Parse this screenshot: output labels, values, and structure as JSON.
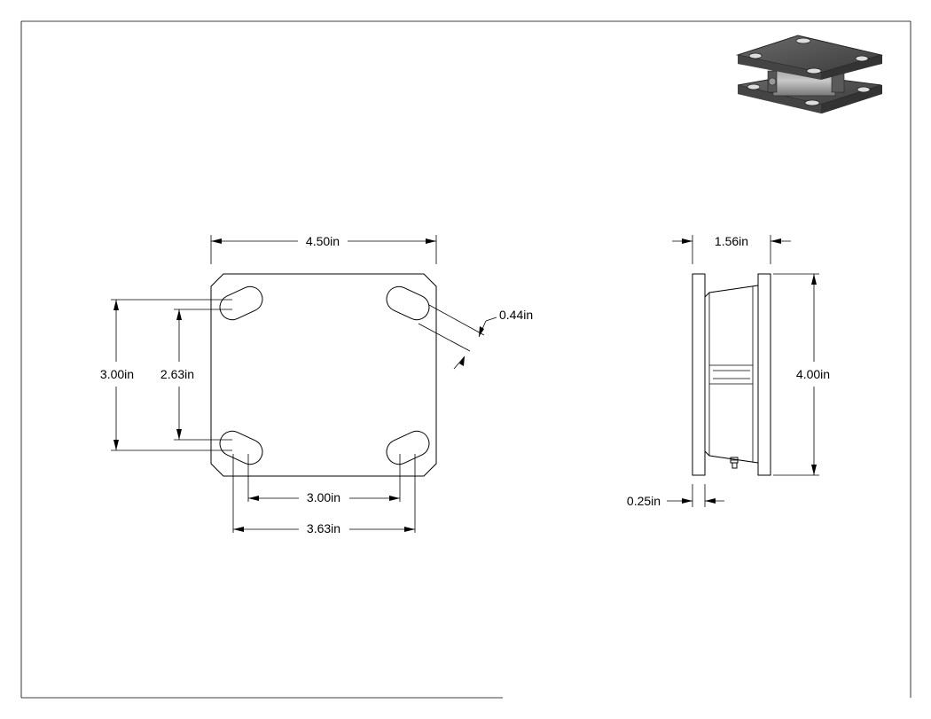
{
  "drawing": {
    "top_view": {
      "width_label": "4.50in",
      "outer_height_label": "3.00in",
      "inner_height_label": "2.63in",
      "slot_width_label": "0.44in",
      "inner_spacing_label": "3.00in",
      "outer_spacing_label": "3.63in"
    },
    "side_view": {
      "depth_label": "1.56in",
      "height_label": "4.00in",
      "plate_thickness_label": "0.25in"
    }
  }
}
